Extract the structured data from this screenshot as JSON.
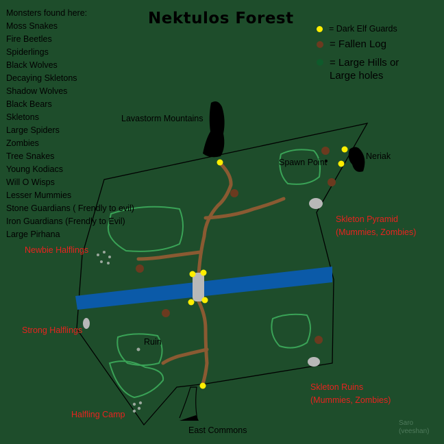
{
  "title": "Nektulos Forest",
  "monsters": {
    "heading": "Monsters found here:",
    "items": [
      "Moss Snakes",
      "Fire Beetles",
      "Spiderlings",
      "Black Wolves",
      "Decaying Skletons",
      "Shadow Wolves",
      "Black Bears",
      "Skletons",
      "Large Spiders",
      "Zombies",
      "Tree Snakes",
      "Young Kodiacs",
      "Will O Wisps",
      "Lesser Mummies",
      "Stone Guardians ( Frendly to evil)",
      "Iron Guardians (Frendly to Evil)",
      "Large Pirhana"
    ]
  },
  "legend": {
    "guards": {
      "label": "= Dark Elf Guards",
      "color": "#ffee00"
    },
    "log": {
      "label": "= Fallen Log",
      "color": "#7a3b1f"
    },
    "hills": {
      "label": "= Large Hills or Large holes",
      "color": "#0f5a2b"
    }
  },
  "places": {
    "lavastorm": "Lavastorm Mountains",
    "spawn_point": "Spawn Point",
    "neriak": "Neriak",
    "pyramid": "Skleton Pyramid",
    "pyramid_note": "(Mummies, Zombies)",
    "newbie_halflings": "Newbie Halflings",
    "strong_halflings": "Strong Halflings",
    "ruin": "Ruin",
    "ruins": "Skleton Ruins",
    "ruins_note": "(Mummies, Zombies)",
    "halfling_camp": "Halfling Camp",
    "east_commons": "East Commons"
  },
  "signature": {
    "name": "Saro",
    "server": "(veeshan)"
  },
  "colors": {
    "background": "#1e4d2b",
    "river": "#0b5aa8",
    "path": "#8a5a32",
    "mountain": "#000000",
    "rock": "#b8b8b8"
  }
}
